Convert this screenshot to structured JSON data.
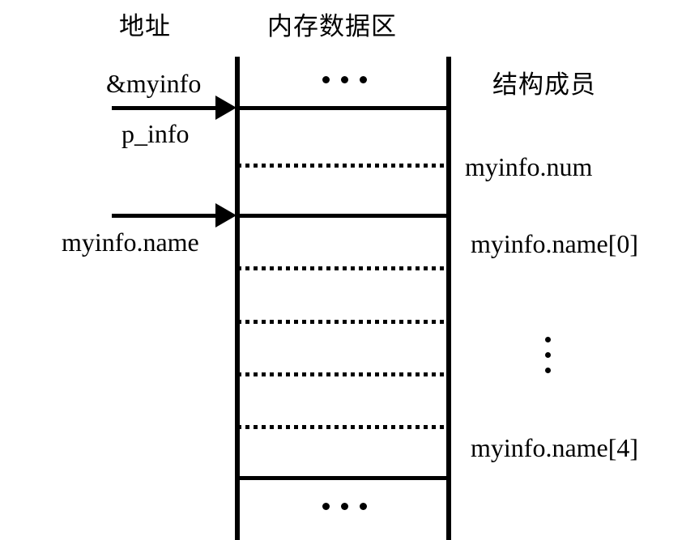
{
  "diagram": {
    "title_left": "地址",
    "title_center": "内存数据区",
    "title_right": "结构成员",
    "left_labels": {
      "addr_of_myinfo": "&myinfo",
      "p_info": "p_info",
      "myinfo_name": "myinfo.name"
    },
    "right_labels": {
      "num": "myinfo.num",
      "name0": "myinfo.name[0]",
      "name4": "myinfo.name[4]"
    },
    "ellipsis_top": "...",
    "ellipsis_bottom": "...",
    "ellipsis_vertical": "⋮",
    "colors": {
      "ink": "#000000",
      "background": "#ffffff"
    }
  }
}
